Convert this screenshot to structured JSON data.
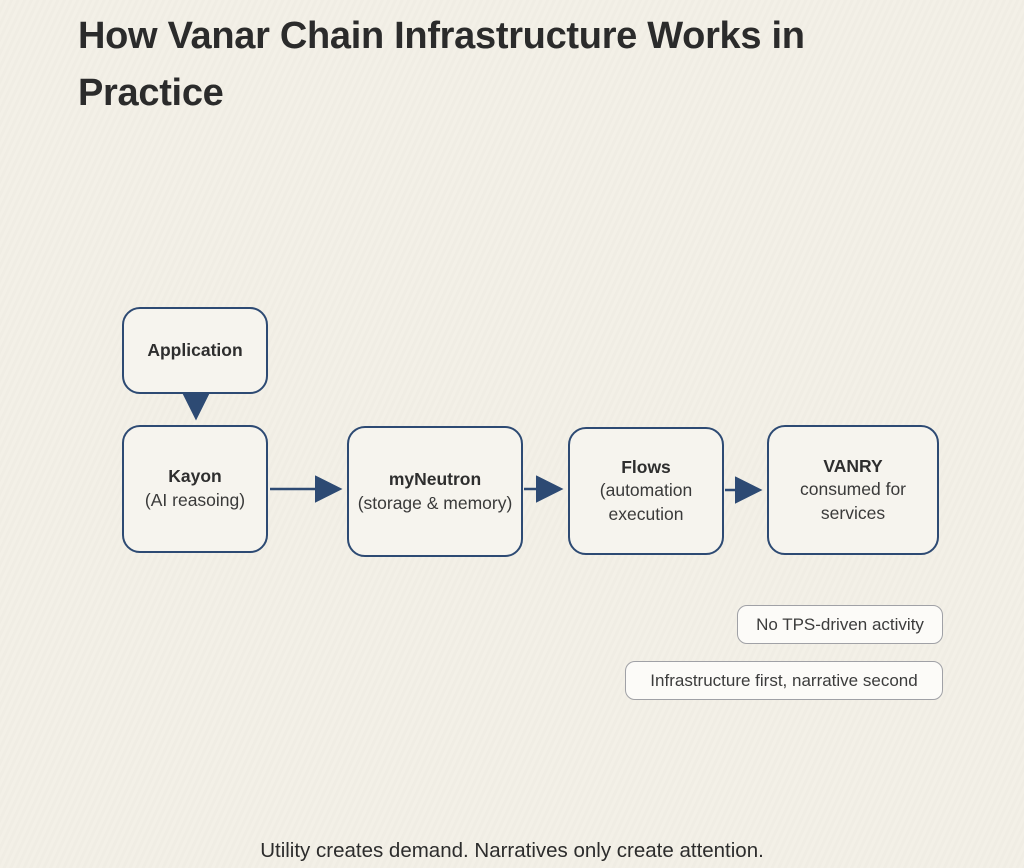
{
  "title": {
    "text": "How Vanar Chain Infrastructure Works in Practice",
    "lines": [
      "How Vanar Chain Infrastructure Works in",
      "Practice"
    ]
  },
  "colors": {
    "background": "#f3f0e7",
    "node_border": "#2d4a73",
    "node_fill": "#f6f4ee",
    "arrow": "#2d4a73",
    "pill_border": "#a0a1a6",
    "pill_fill": "#fcfbf8",
    "title_text": "#2b2b2b",
    "body_text": "#3a3a3a"
  },
  "diagram": {
    "nodes": [
      {
        "id": "application",
        "title": "Application",
        "subtitle": ""
      },
      {
        "id": "kayon",
        "title": "Kayon",
        "subtitle": "(AI reasoing)"
      },
      {
        "id": "myneutron",
        "title": "myNeutron",
        "subtitle": "(storage & memory)"
      },
      {
        "id": "flows",
        "title": "Flows",
        "subtitle": "(automation execution"
      },
      {
        "id": "vanry",
        "title": "VANRY",
        "subtitle": "consumed for services"
      }
    ],
    "edges": [
      {
        "from": "Application",
        "to": "Kayon",
        "direction": "down"
      },
      {
        "from": "Kayon",
        "to": "myNeutron",
        "direction": "right"
      },
      {
        "from": "myNeutron",
        "to": "Flows",
        "direction": "right"
      },
      {
        "from": "Flows",
        "to": "VANRY",
        "direction": "right"
      }
    ]
  },
  "badges": [
    {
      "label": "No TPS-driven activity"
    },
    {
      "label": "Infrastructure first, narrative second"
    }
  ],
  "caption": "Utility creates demand. Narratives only create attention."
}
